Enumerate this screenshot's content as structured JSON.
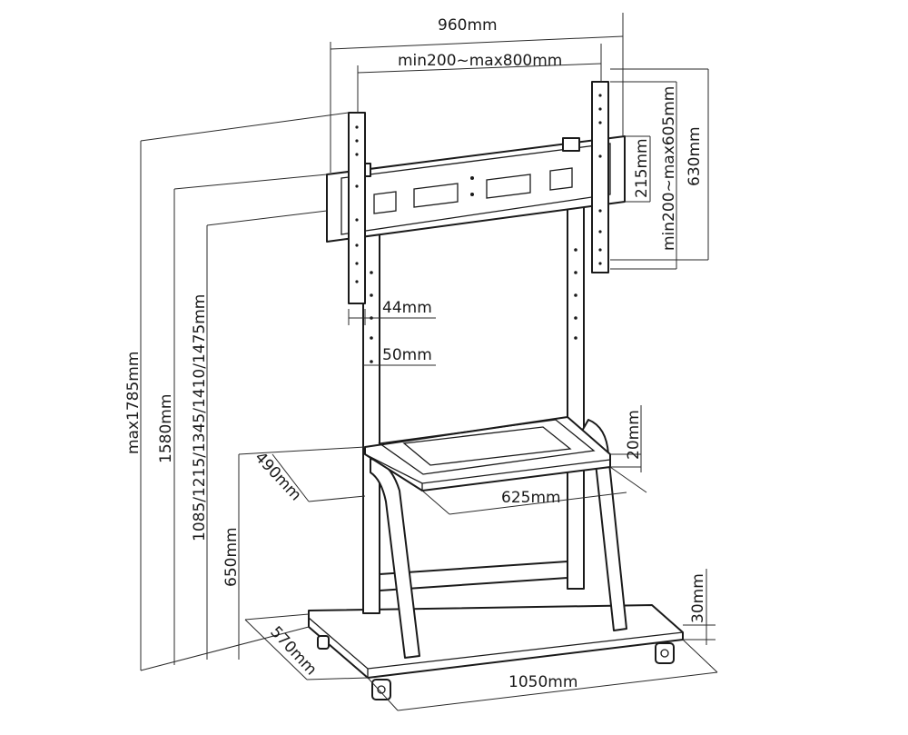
{
  "dimensions": {
    "overall_width": "960mm",
    "vesa_horizontal": "min200~max800mm",
    "vesa_vertical": "min200~max605mm",
    "bracket_height_outer": "630mm",
    "bracket_height_inner": "215mm",
    "max_height": "max1785mm",
    "height_1580": "1580mm",
    "height_options": "1085/1215/1345/1410/1475mm",
    "column_44": "44mm",
    "column_50": "50mm",
    "shelf_depth": "490mm",
    "shelf_width": "625mm",
    "shelf_thickness": "20mm",
    "shelf_height": "650mm",
    "base_depth": "570mm",
    "base_width": "1050mm",
    "base_thickness": "30mm"
  }
}
